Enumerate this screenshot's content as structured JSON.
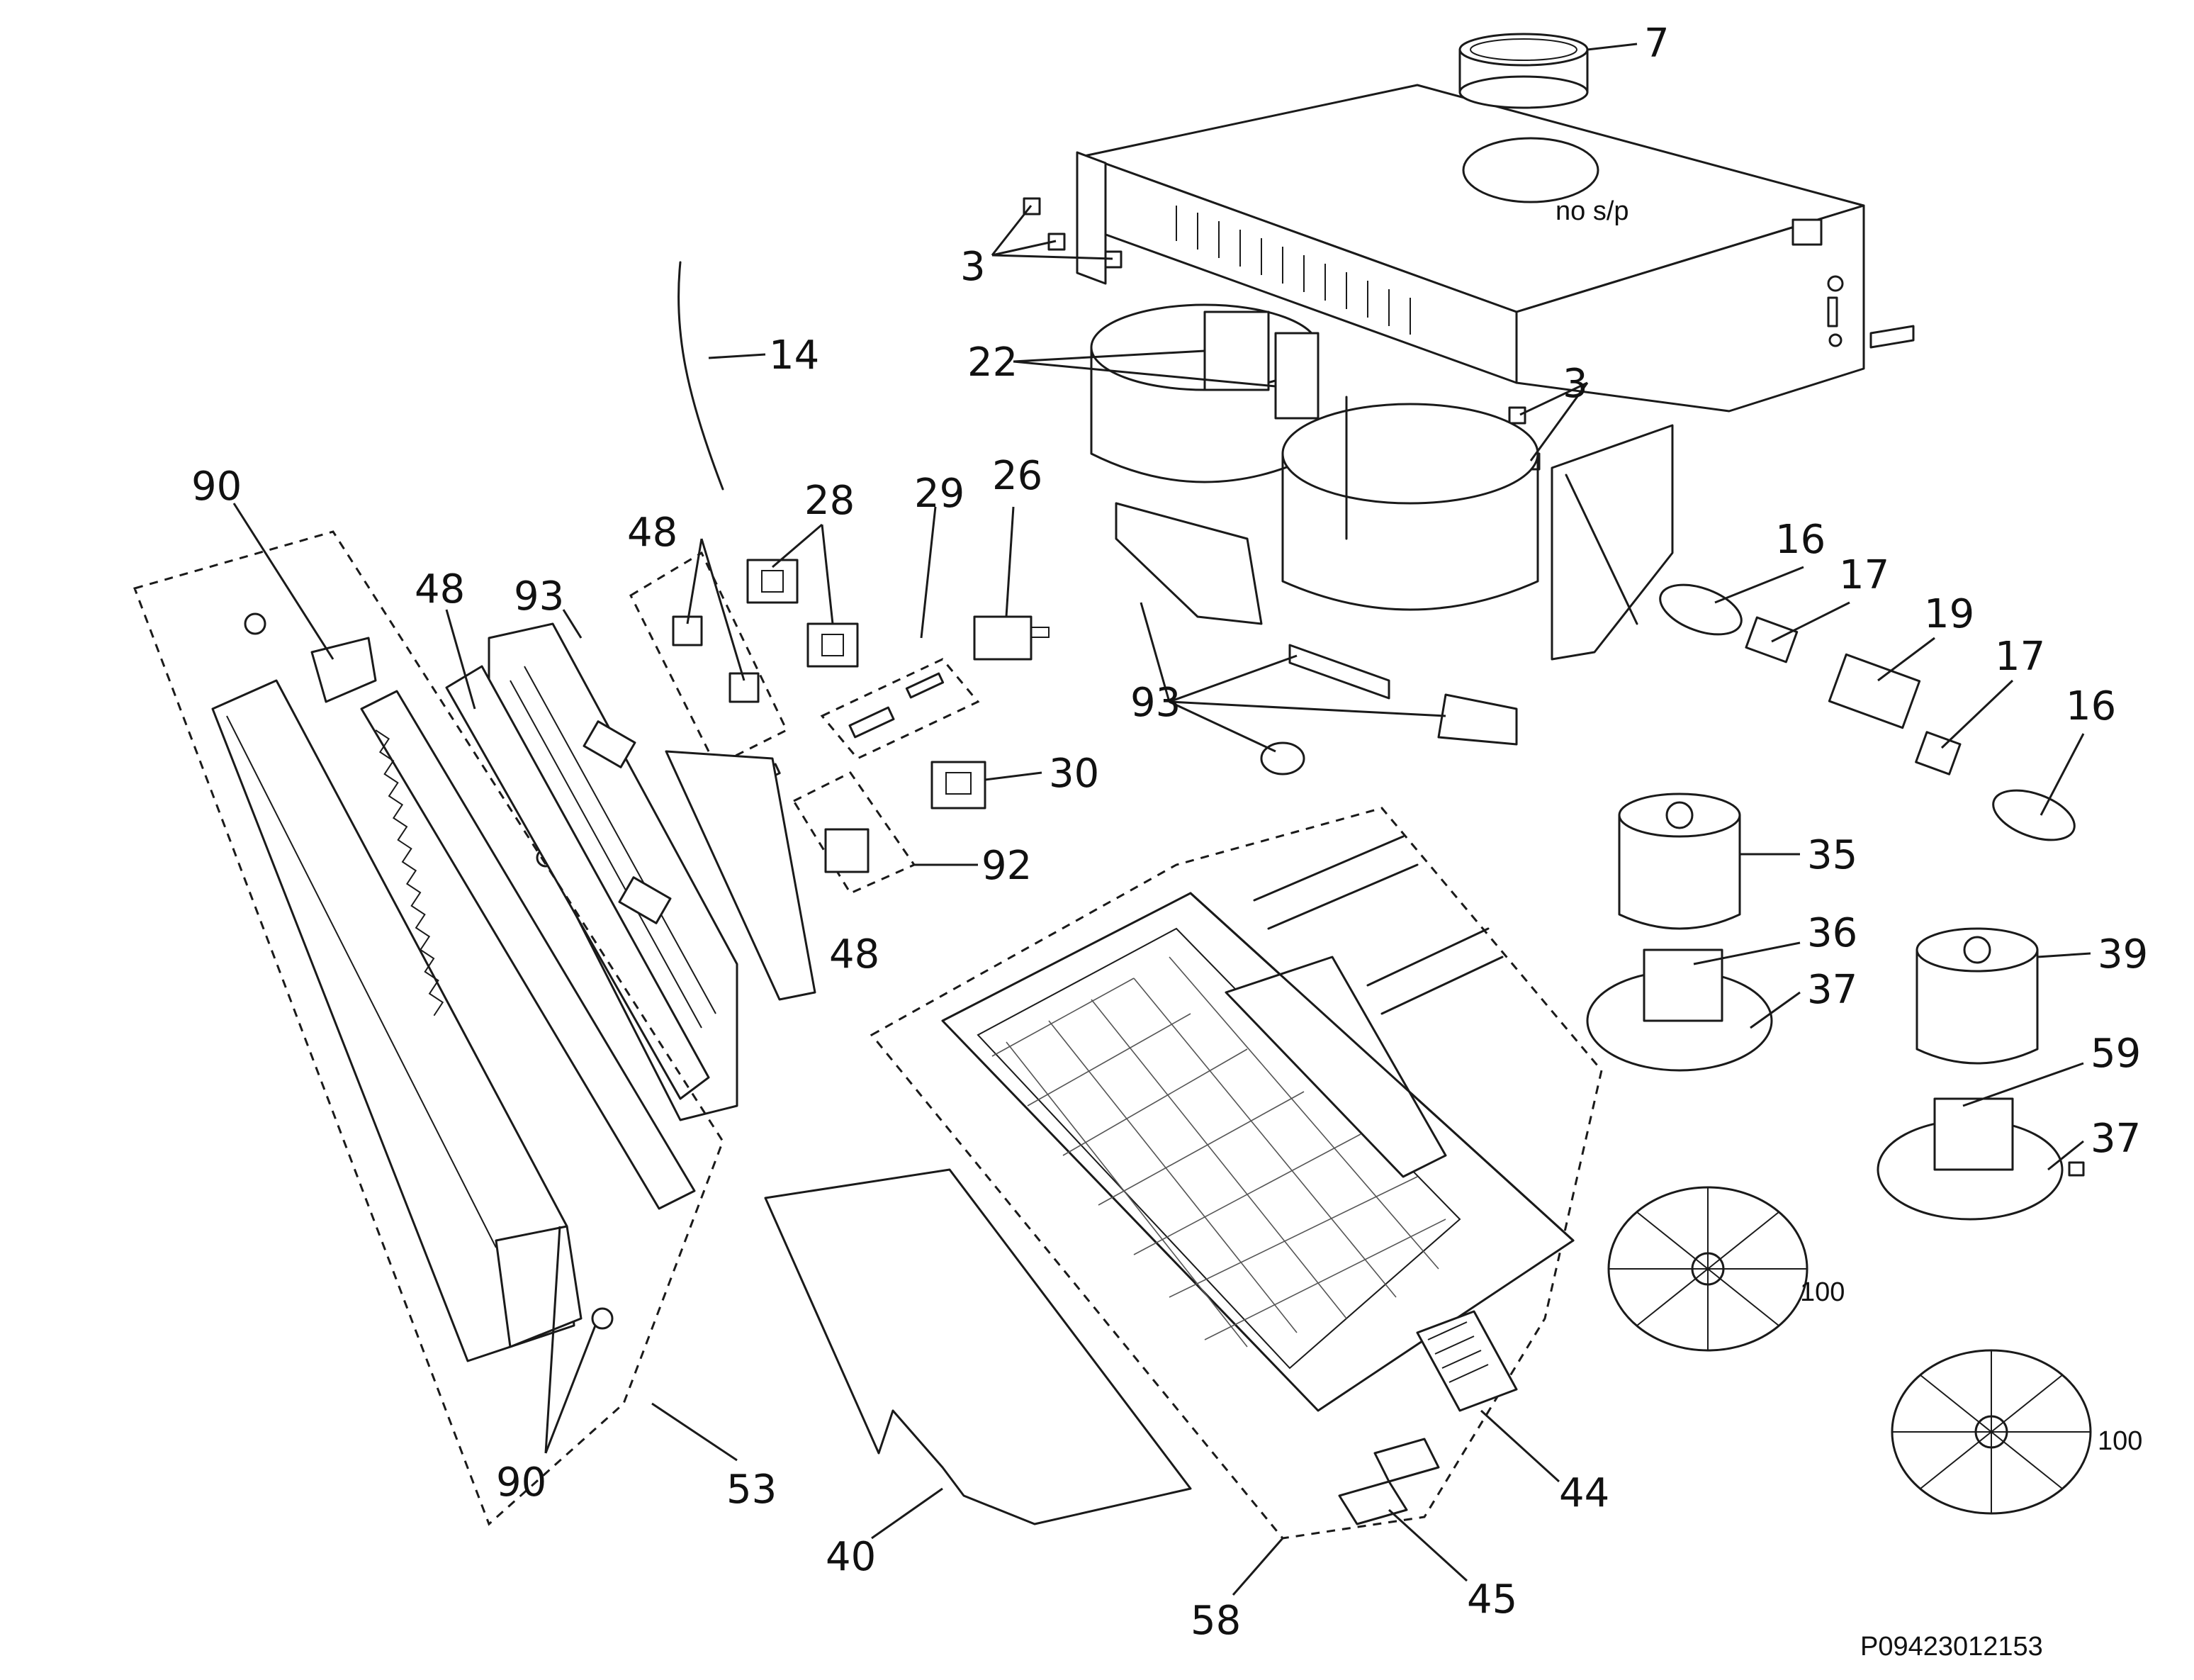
{
  "diagram_code": "P09423012153",
  "note_no_sp": "no s/p",
  "labels": {
    "l7": "7",
    "l3a": "3",
    "l3b": "3",
    "l14": "14",
    "l22": "22",
    "l90a": "90",
    "l90b": "90",
    "l48a": "48",
    "l48b": "48",
    "l48c": "48",
    "l93a": "93",
    "l93b": "93",
    "l28": "28",
    "l29": "29",
    "l26": "26",
    "l30": "30",
    "l92": "92",
    "l16a": "16",
    "l16b": "16",
    "l17a": "17",
    "l17b": "17",
    "l19": "19",
    "l35": "35",
    "l36": "36",
    "l37a": "37",
    "l37b": "37",
    "l39": "39",
    "l59": "59",
    "l100a": "100",
    "l100b": "100",
    "l53": "53",
    "l40": "40",
    "l58": "58",
    "l44": "44",
    "l45": "45"
  }
}
